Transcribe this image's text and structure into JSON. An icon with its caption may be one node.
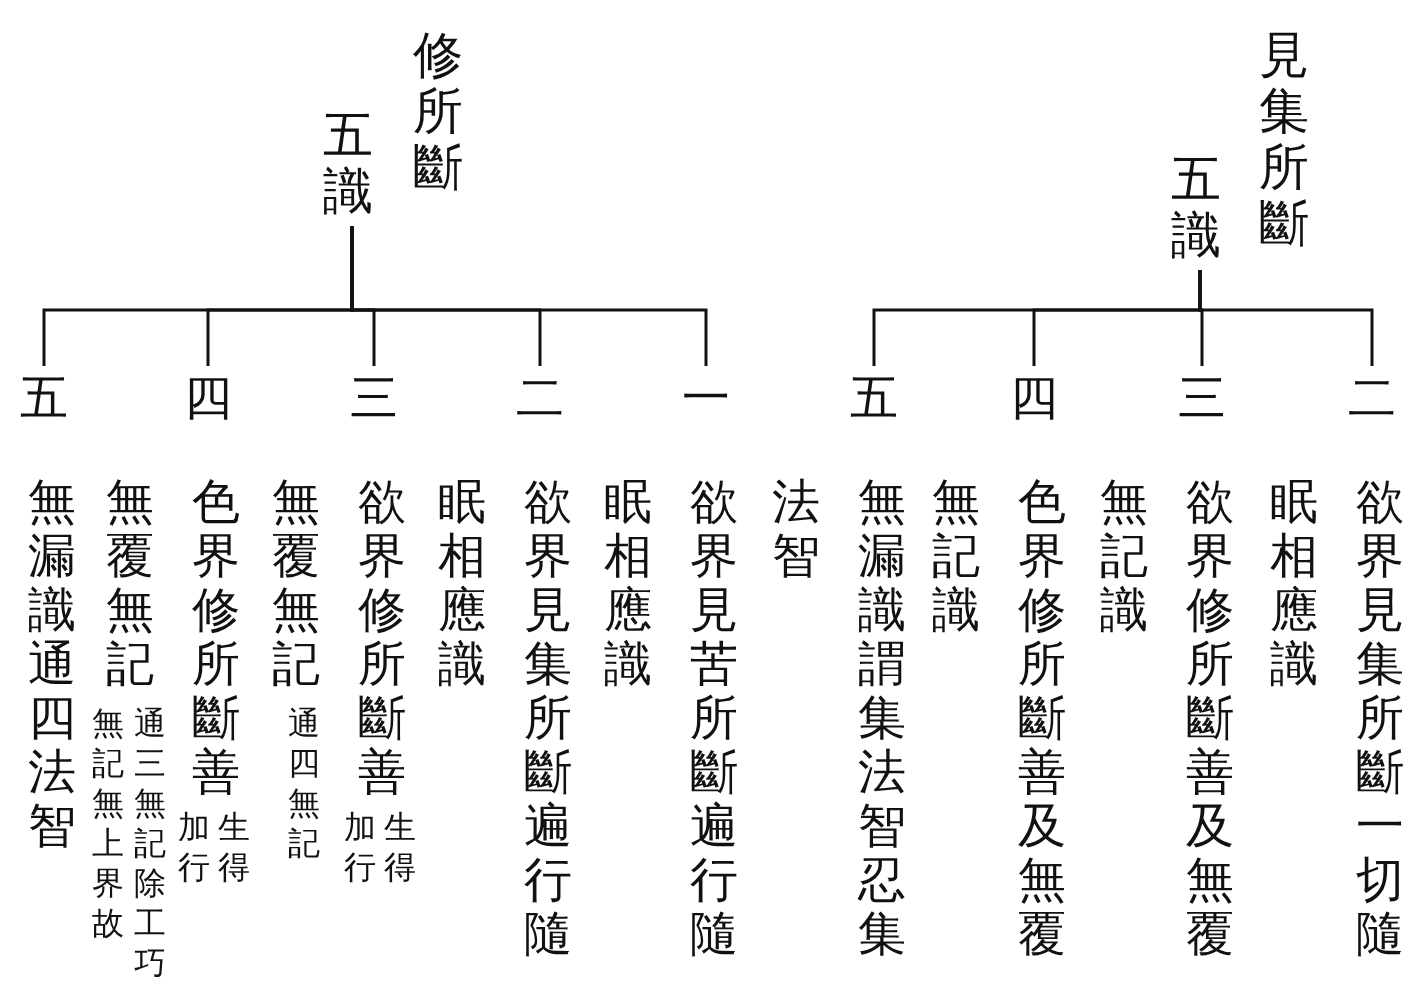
{
  "diagram": {
    "nodes": [
      {
        "text": [
          "五識",
          "見集所斷"
        ]
      },
      {
        "text": [
          "二"
        ],
        "beside": [
          "欲界見集所斷一切隨眠相應識"
        ]
      },
      {
        "text": [
          "三"
        ],
        "beside": [
          "欲界修所斷善及無覆無記識"
        ]
      },
      {
        "text": [
          "四"
        ],
        "beside": [
          "色界修所斷善及無覆無記識"
        ]
      },
      {
        "text": [
          "五"
        ],
        "beside": [
          "無漏識謂集法智忍集法智"
        ]
      },
      {
        "text": [
          "五識",
          "修所斷"
        ]
      },
      {
        "text": [
          "一"
        ],
        "beside": [
          "欲界見苦所斷遍行隨眠相應識"
        ]
      },
      {
        "text": [
          "二"
        ],
        "beside": [
          "欲界見集所斷遍行隨眠相應識"
        ]
      },
      {
        "text": [
          "三"
        ],
        "beside": [
          "欲界修所斷善",
          "生得",
          "加行",
          "無覆無記",
          "通四無記"
        ]
      },
      {
        "text": [
          "四"
        ],
        "beside": [
          "色界修所斷善",
          "生得",
          "加行",
          "無覆無記",
          "通三無記除工巧",
          "無記無上界故"
        ]
      },
      {
        "text": [
          "五"
        ],
        "beside": [
          "無漏識通四法智"
        ]
      }
    ],
    "edges": [
      {
        "from": 0,
        "to": 1,
        "arrow": "none"
      },
      {
        "from": 0,
        "to": 2,
        "arrow": "none"
      },
      {
        "from": 0,
        "to": 3,
        "arrow": "none"
      },
      {
        "from": 0,
        "to": 4,
        "arrow": "none"
      },
      {
        "from": 5,
        "to": 6,
        "arrow": "none"
      },
      {
        "from": 5,
        "to": 7,
        "arrow": "none"
      },
      {
        "from": 5,
        "to": 8,
        "arrow": "none"
      },
      {
        "from": 5,
        "to": 9,
        "arrow": "none"
      },
      {
        "from": 5,
        "to": 10,
        "arrow": "none"
      }
    ]
  }
}
